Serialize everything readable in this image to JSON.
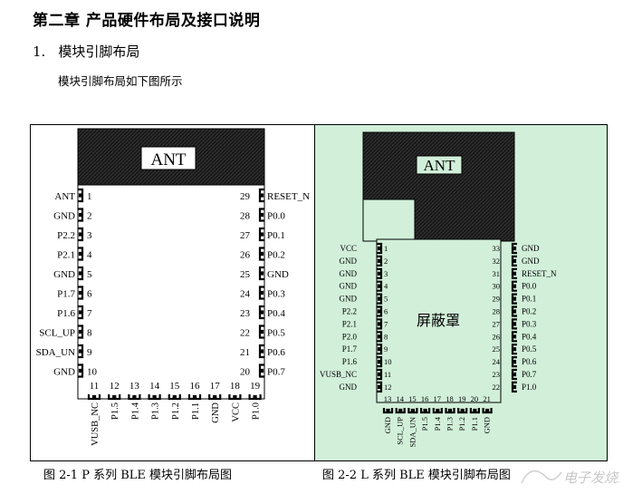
{
  "chapter_title": "第二章  产品硬件布局及接口说明",
  "section": {
    "number": "1.",
    "title": "模块引脚布局"
  },
  "intro": "模块引脚布局如下图所示",
  "figure_p": {
    "caption": "图 2-1    P 系列 BLE 模块引脚布局图",
    "antenna_label": "ANT",
    "left_pins": [
      {
        "num": "1",
        "name": "ANT"
      },
      {
        "num": "2",
        "name": "GND"
      },
      {
        "num": "3",
        "name": "P2.2"
      },
      {
        "num": "4",
        "name": "P2.1"
      },
      {
        "num": "5",
        "name": "GND"
      },
      {
        "num": "6",
        "name": "P1.7"
      },
      {
        "num": "7",
        "name": "P1.6"
      },
      {
        "num": "8",
        "name": "SCL_UP"
      },
      {
        "num": "9",
        "name": "SDA_UN"
      },
      {
        "num": "10",
        "name": "GND"
      }
    ],
    "right_pins": [
      {
        "num": "29",
        "name": "RESET_N"
      },
      {
        "num": "28",
        "name": "P0.0"
      },
      {
        "num": "27",
        "name": "P0.1"
      },
      {
        "num": "26",
        "name": "P0.2"
      },
      {
        "num": "25",
        "name": "GND"
      },
      {
        "num": "24",
        "name": "P0.3"
      },
      {
        "num": "23",
        "name": "P0.4"
      },
      {
        "num": "22",
        "name": "P0.5"
      },
      {
        "num": "21",
        "name": "P0.6"
      },
      {
        "num": "20",
        "name": "P0.7"
      }
    ],
    "bottom_pins": [
      {
        "num": "11",
        "name": "VUSB_NC"
      },
      {
        "num": "12",
        "name": "P1.5"
      },
      {
        "num": "13",
        "name": "P1.4"
      },
      {
        "num": "14",
        "name": "P1.3"
      },
      {
        "num": "15",
        "name": "P1.2"
      },
      {
        "num": "16",
        "name": "P1.1"
      },
      {
        "num": "17",
        "name": "GND"
      },
      {
        "num": "18",
        "name": "VCC"
      },
      {
        "num": "19",
        "name": "P1.0"
      }
    ]
  },
  "figure_l": {
    "caption": "图 2-2    L 系列 BLE 模块引脚布局图",
    "antenna_label": "ANT",
    "shield_label": "屏蔽罩",
    "left_pins": [
      {
        "num": "1",
        "name": "VCC"
      },
      {
        "num": "2",
        "name": "GND"
      },
      {
        "num": "3",
        "name": "GND"
      },
      {
        "num": "4",
        "name": "GND"
      },
      {
        "num": "5",
        "name": "GND"
      },
      {
        "num": "6",
        "name": "P2.2"
      },
      {
        "num": "7",
        "name": "P2.1"
      },
      {
        "num": "8",
        "name": "P2.0"
      },
      {
        "num": "9",
        "name": "P1.7"
      },
      {
        "num": "10",
        "name": "P1.6"
      },
      {
        "num": "11",
        "name": "VUSB_NC"
      },
      {
        "num": "12",
        "name": "GND"
      }
    ],
    "right_pins": [
      {
        "num": "33",
        "name": "GND"
      },
      {
        "num": "32",
        "name": "GND"
      },
      {
        "num": "31",
        "name": "RESET_N"
      },
      {
        "num": "30",
        "name": "P0.0"
      },
      {
        "num": "29",
        "name": "P0.1"
      },
      {
        "num": "28",
        "name": "P0.2"
      },
      {
        "num": "27",
        "name": "P0.3"
      },
      {
        "num": "26",
        "name": "P0.4"
      },
      {
        "num": "25",
        "name": "P0.5"
      },
      {
        "num": "24",
        "name": "P0.6"
      },
      {
        "num": "23",
        "name": "P0.7"
      },
      {
        "num": "22",
        "name": "P1.0"
      }
    ],
    "bottom_pins": [
      {
        "num": "13",
        "name": "GND"
      },
      {
        "num": "14",
        "name": "SCL_UP"
      },
      {
        "num": "15",
        "name": "SDA_UN"
      },
      {
        "num": "16",
        "name": "P1.5"
      },
      {
        "num": "17",
        "name": "P1.4"
      },
      {
        "num": "18",
        "name": "P1.3"
      },
      {
        "num": "19",
        "name": "P1.2"
      },
      {
        "num": "20",
        "name": "P1.1"
      },
      {
        "num": "21",
        "name": "GND"
      }
    ]
  },
  "watermark": "电子发烧友",
  "colors": {
    "shield_green": "#d1efd9",
    "antenna_black": "#1a1a1a"
  }
}
